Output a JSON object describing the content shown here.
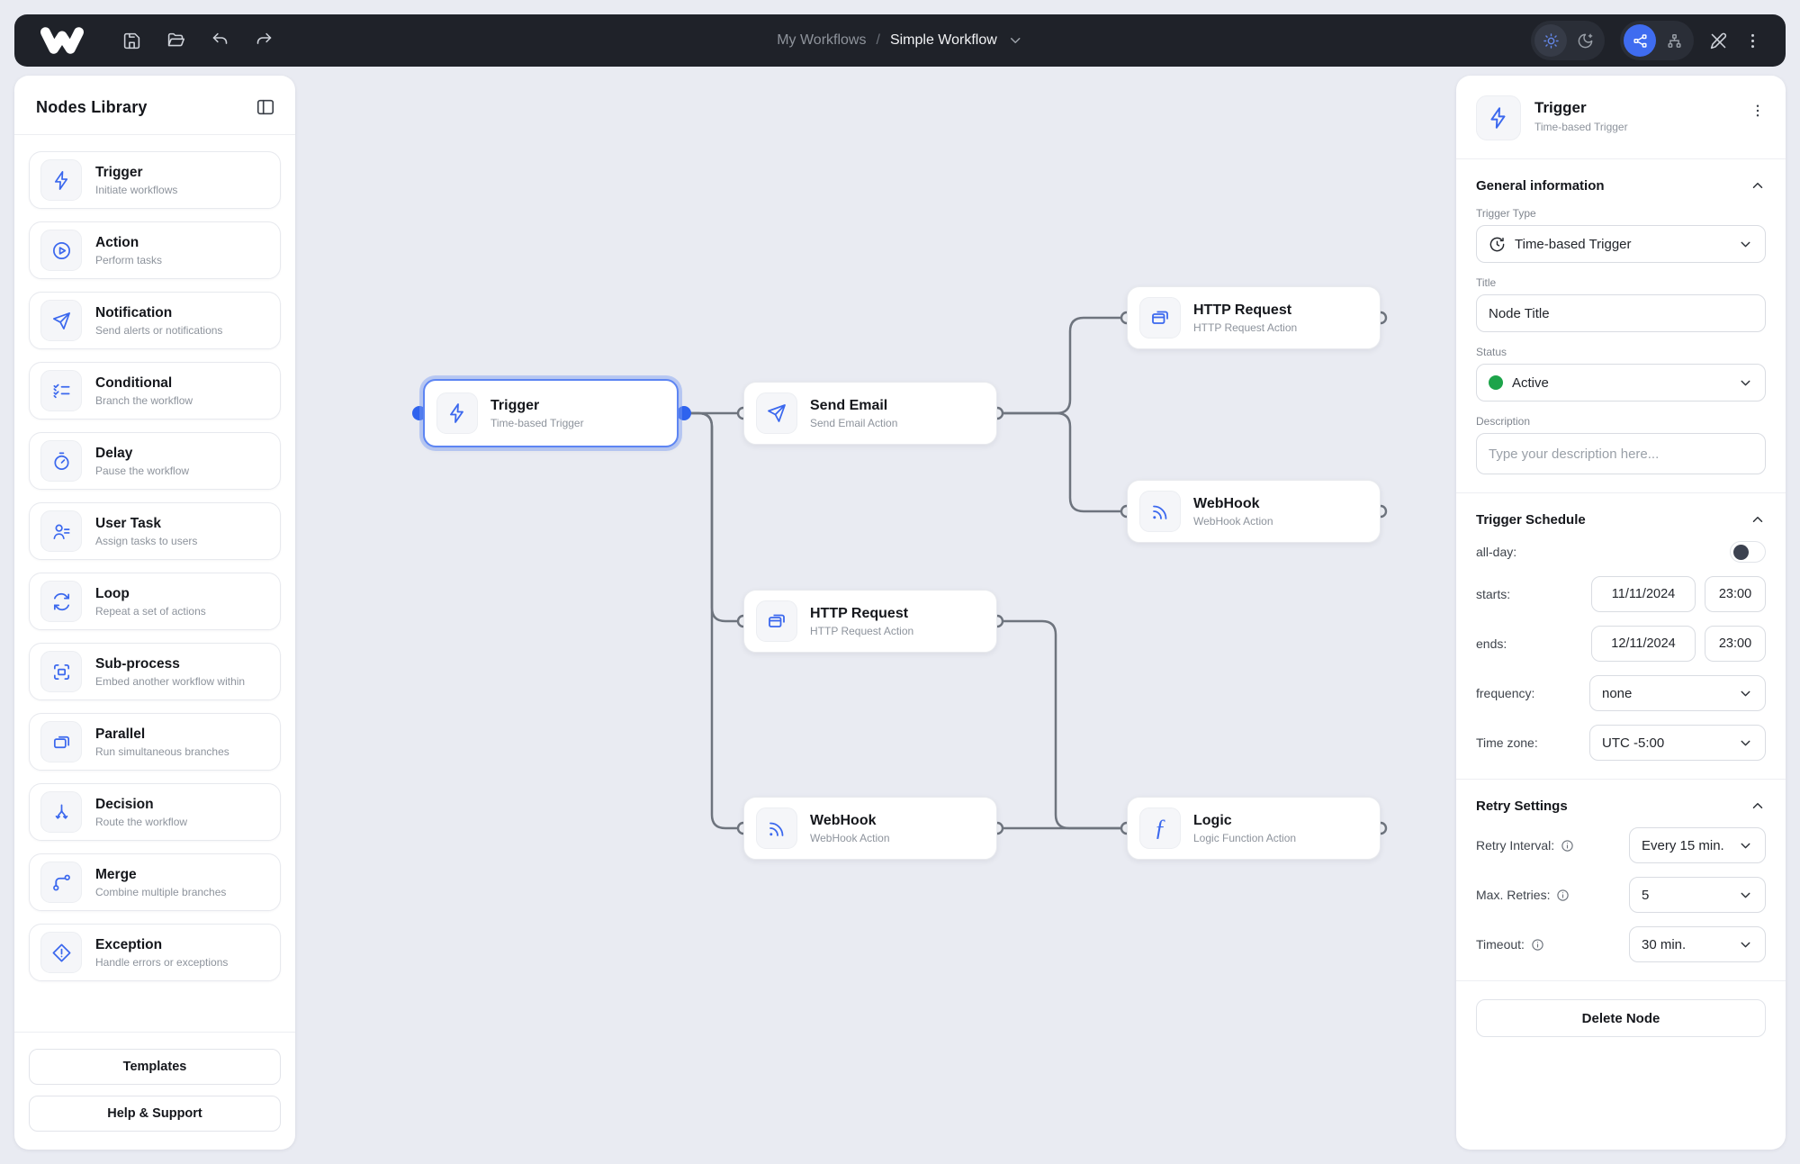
{
  "topbar": {
    "breadcrumb": {
      "parent": "My Workflows",
      "separator": "/",
      "current": "Simple Workflow"
    }
  },
  "sidebar": {
    "title": "Nodes Library",
    "items": [
      {
        "label": "Trigger",
        "description": "Initiate workflows",
        "icon": "zap-icon"
      },
      {
        "label": "Action",
        "description": "Perform tasks",
        "icon": "play-circle-icon"
      },
      {
        "label": "Notification",
        "description": "Send alerts or notifications",
        "icon": "send-icon"
      },
      {
        "label": "Conditional",
        "description": "Branch the workflow",
        "icon": "checklist-icon"
      },
      {
        "label": "Delay",
        "description": "Pause the workflow",
        "icon": "timer-icon"
      },
      {
        "label": "User Task",
        "description": "Assign tasks to users",
        "icon": "user-task-icon"
      },
      {
        "label": "Loop",
        "description": "Repeat a set of actions",
        "icon": "loop-icon"
      },
      {
        "label": "Sub-process",
        "description": "Embed another workflow within",
        "icon": "subprocess-icon"
      },
      {
        "label": "Parallel",
        "description": "Run simultaneous branches",
        "icon": "parallel-icon"
      },
      {
        "label": "Decision",
        "description": "Route the workflow",
        "icon": "decision-icon"
      },
      {
        "label": "Merge",
        "description": "Combine multiple branches",
        "icon": "merge-icon"
      },
      {
        "label": "Exception",
        "description": "Handle errors or exceptions",
        "icon": "exception-icon"
      }
    ],
    "footer_buttons": {
      "templates": "Templates",
      "help": "Help & Support"
    }
  },
  "canvas": {
    "nodes": [
      {
        "title": "Trigger",
        "subtitle": "Time-based Trigger",
        "icon": "zap-icon",
        "selected": true
      },
      {
        "title": "Send Email",
        "subtitle": "Send Email Action",
        "icon": "send-icon"
      },
      {
        "title": "HTTP Request",
        "subtitle": "HTTP Request Action",
        "icon": "http-icon"
      },
      {
        "title": "WebHook",
        "subtitle": "WebHook Action",
        "icon": "webhook-icon"
      },
      {
        "title": "HTTP Request",
        "subtitle": "HTTP Request Action",
        "icon": "http-icon"
      },
      {
        "title": "WebHook",
        "subtitle": "WebHook Action",
        "icon": "webhook-icon"
      },
      {
        "title": "Logic",
        "subtitle": "Logic Function Action",
        "icon": "function-icon"
      }
    ]
  },
  "panel": {
    "header": {
      "title": "Trigger",
      "subtitle": "Time-based Trigger"
    },
    "general": {
      "section_title": "General information",
      "trigger_type_label": "Trigger Type",
      "trigger_type_value": "Time-based Trigger",
      "title_label": "Title",
      "title_value": "Node Title",
      "status_label": "Status",
      "status_value": "Active",
      "description_label": "Description",
      "description_placeholder": "Type your description here..."
    },
    "schedule": {
      "section_title": "Trigger Schedule",
      "all_day_label": "all-day:",
      "starts_label": "starts:",
      "starts_date": "11/11/2024",
      "starts_time": "23:00",
      "ends_label": "ends:",
      "ends_date": "12/11/2024",
      "ends_time": "23:00",
      "frequency_label": "frequency:",
      "frequency_value": "none",
      "timezone_label": "Time zone:",
      "timezone_value": "UTC -5:00"
    },
    "retry": {
      "section_title": "Retry Settings",
      "interval_label": "Retry Interval:",
      "interval_value": "Every 15 min.",
      "max_label": "Max. Retries:",
      "max_value": "5",
      "timeout_label": "Timeout:",
      "timeout_value": "30 min."
    },
    "delete_button_label": "Delete Node"
  },
  "colors": {
    "accent_blue": "#3b68ee",
    "selected_node_border": "#5d85f3",
    "status_green": "#1da44a",
    "topbar_bg": "#1f2229",
    "canvas_bg": "#e9ebf2",
    "edge_gray": "#6e747e"
  }
}
